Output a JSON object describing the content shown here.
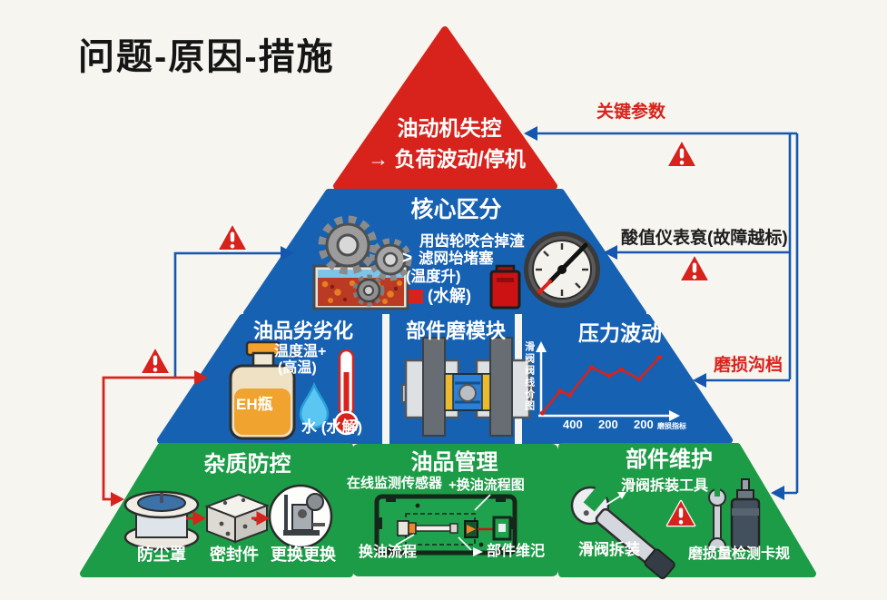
{
  "title": "问题-原因-措施",
  "annotations": {
    "key_params": "关键参数",
    "acid_meter": "酸值仪表袬(故障越标)",
    "wear_groove": "磨损沟档"
  },
  "pyramid": {
    "top": {
      "line1": "油动机失控",
      "line2": "→ 负荷波动/停机"
    },
    "level2": {
      "title": "核心区分",
      "line1": "用齿轮咬合掉渣",
      "line2_prefix": ">",
      "line2": "滤网坮堵塞",
      "line3": "(温度升)",
      "line4": "(水解)"
    },
    "level3": {
      "oil": {
        "title": "油品劣劣化",
        "temp1": "温度温+",
        "temp2": "(高温)",
        "bottle": "EH瓶",
        "water": "水 (水解)"
      },
      "wear": {
        "title": "部件磨模块"
      },
      "pressure": {
        "title": "压力波动"
      }
    },
    "bottom": {
      "impurity": {
        "title": "杂质防控",
        "items": [
          "防尘罩",
          "密封件",
          "更换更换"
        ]
      },
      "oil_mgmt": {
        "title": "油品管理",
        "sensor": "在线监测传感器",
        "flow_chart": "+换油流程图",
        "flow": "换油流程",
        "maintain": "部件维汜"
      },
      "maintenance": {
        "title": "部件维护",
        "tool": "滑阀拆装工具",
        "disassembly": "滑阀拆装",
        "gauge": "磨损量检测卡规"
      }
    }
  },
  "chart_data": {
    "type": "line",
    "title": "压力波动",
    "ylabel": "滑阀阀线价图",
    "x_tick_labels": [
      "400",
      "200",
      "200"
    ],
    "x_axis_note": "磨损指标",
    "x_rel": [
      1,
      14,
      21,
      37,
      50,
      59,
      72,
      87
    ],
    "values": [
      4,
      36,
      30,
      70,
      58,
      67,
      53,
      85
    ],
    "line_color": "#d7231c",
    "grid": false,
    "legend": "none"
  },
  "colors": {
    "red": "#d7231c",
    "blue": "#1661b2",
    "green": "#1d9c47",
    "connector": "#1557ae"
  }
}
